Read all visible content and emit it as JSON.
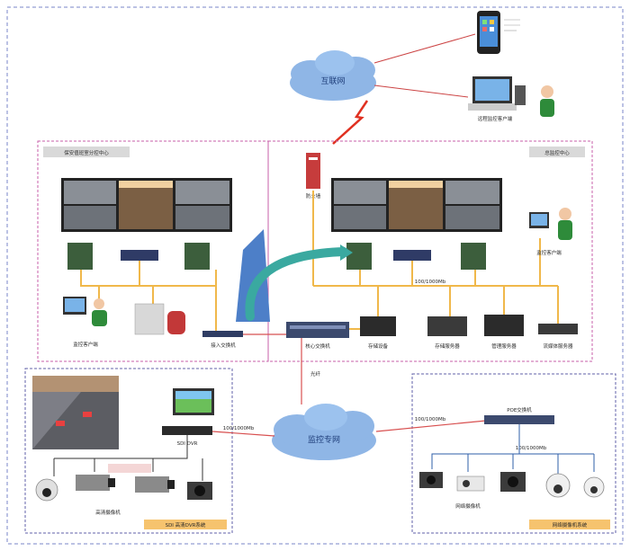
{
  "clouds": {
    "internet": "互联网",
    "private": "监控专网"
  },
  "links": {
    "bandwidth_a": "100/1000Mb",
    "bandwidth_b": "100/1000Mb",
    "bandwidth_c": "100/1000Mb",
    "bandwidth_d": "100/1000Mb",
    "vertical": "光纤"
  },
  "zones": {
    "left_center": "保安值班室分控中心",
    "right_center": "总监控中心",
    "dvr_system": "SDI 高清DVR系统",
    "network_system": "网络摄像机系统"
  },
  "devices": {
    "firewall": "防火墙",
    "core_switch": "核心交换机",
    "access_switch": "接入交换机",
    "operator_left": "监控客户端",
    "operator_right": "监控客户端",
    "remote_pc": "远程监控客户端",
    "storage_1": "存储设备",
    "storage_2": "存储服务器",
    "storage_3": "管理服务器",
    "storage_4": "流媒体服务器",
    "sdi_dvr": "SDI DVR",
    "poe_switch": "POE交换机",
    "hd_cameras": "高清摄像机",
    "ip_cameras": "网络摄像机"
  },
  "colors": {
    "outer_border": "#7a86c8",
    "zone_border": "#c75fa8",
    "cable": "#f0b84a",
    "cloud_fill": "#8fb6e6",
    "accent": "#3aa9a0"
  }
}
